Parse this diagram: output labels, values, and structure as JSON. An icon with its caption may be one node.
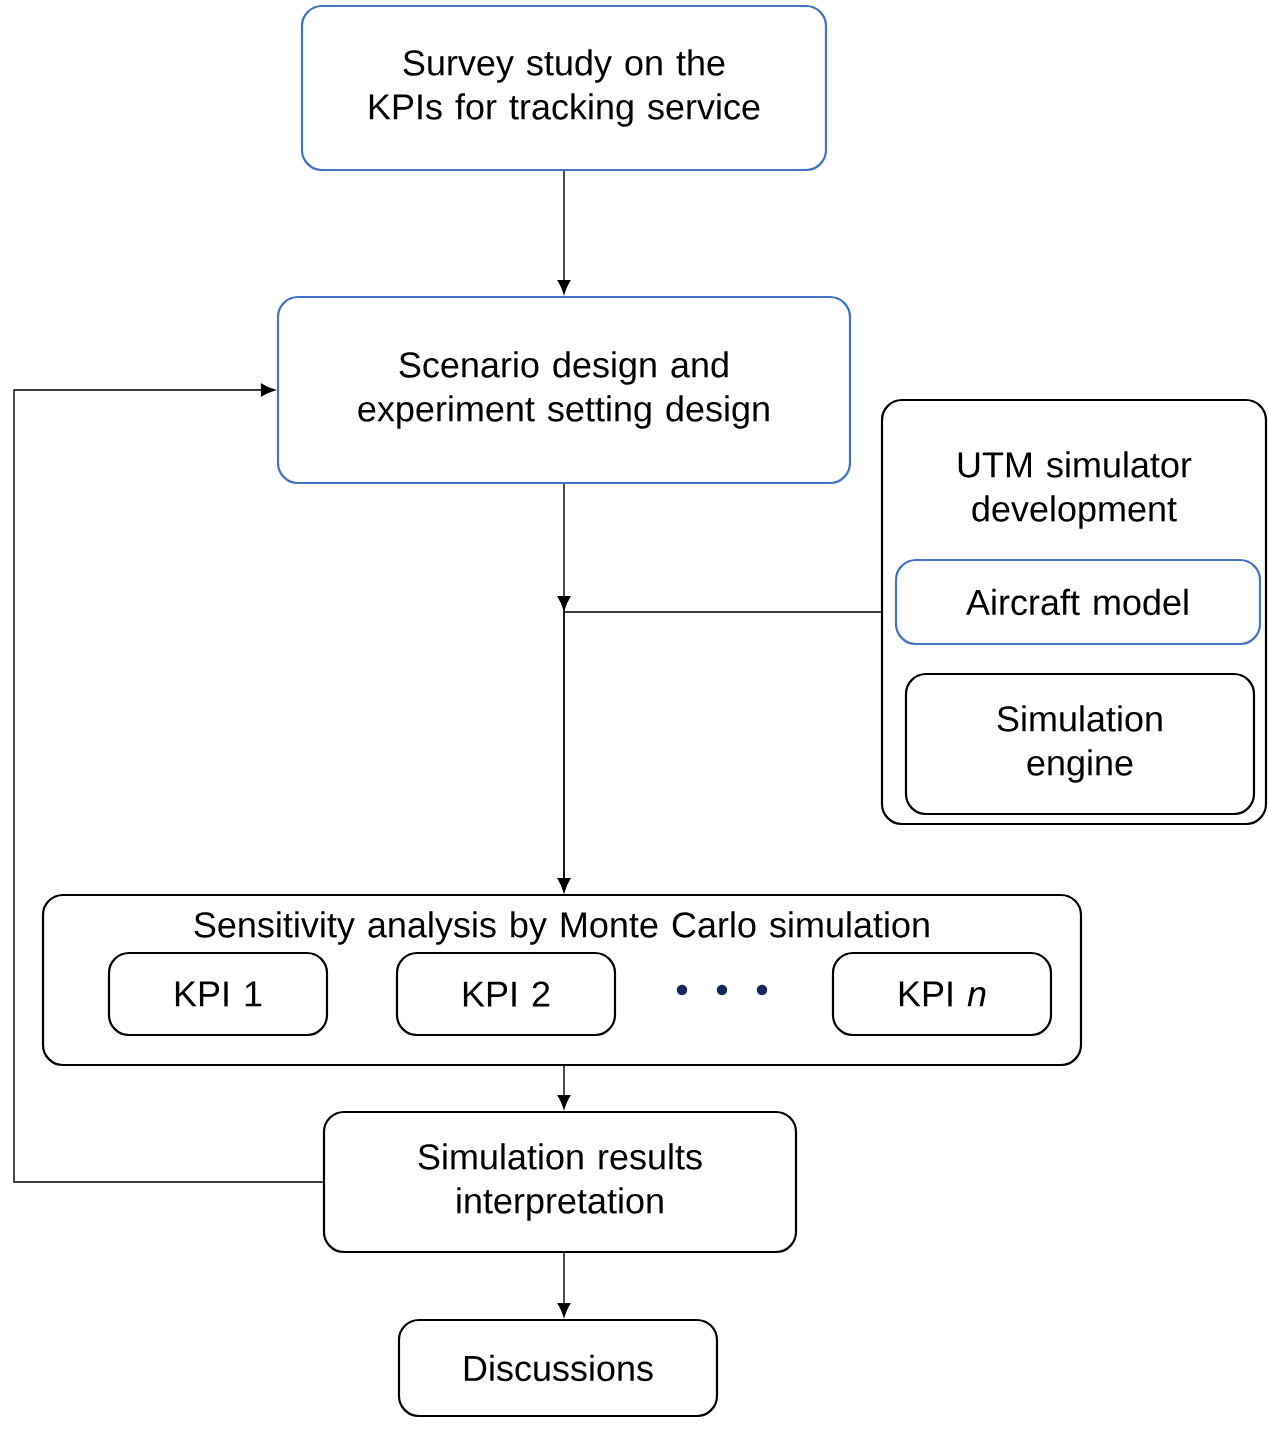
{
  "diagram": {
    "nodes": [
      {
        "text": [
          "Survey study on the KPIs for tracking service"
        ]
      },
      {
        "text": [
          "Scenario design and experiment setting design"
        ]
      },
      {
        "text": [
          "UTM simulator development"
        ]
      },
      {
        "text": [
          "Aircraft model"
        ],
        "in": 2
      },
      {
        "text": [
          "Simulation engine"
        ],
        "in": 2
      },
      {
        "text": [
          "Sensitivity analysis by Monte Carlo simulation"
        ]
      },
      {
        "text": [
          "KPI 1"
        ],
        "in": 5
      },
      {
        "text": [
          "KPI 2"
        ],
        "in": 5
      },
      {
        "text": [
          "KPI *n*"
        ],
        "in": 5
      },
      {
        "text": [
          "Simulation results interpretation"
        ]
      },
      {
        "text": [
          "Discussions"
        ]
      }
    ],
    "edges": [
      {
        "from": 0,
        "to": 1,
        "arrow": "to"
      },
      {
        "from": 1,
        "to": 5,
        "arrow": "to"
      },
      {
        "from": 2,
        "to": 5,
        "arrow": "to"
      },
      {
        "from": 5,
        "to": 9,
        "arrow": "to"
      },
      {
        "from": 9,
        "to": 1,
        "arrow": "to"
      },
      {
        "from": 9,
        "to": 10,
        "arrow": "to"
      }
    ]
  }
}
